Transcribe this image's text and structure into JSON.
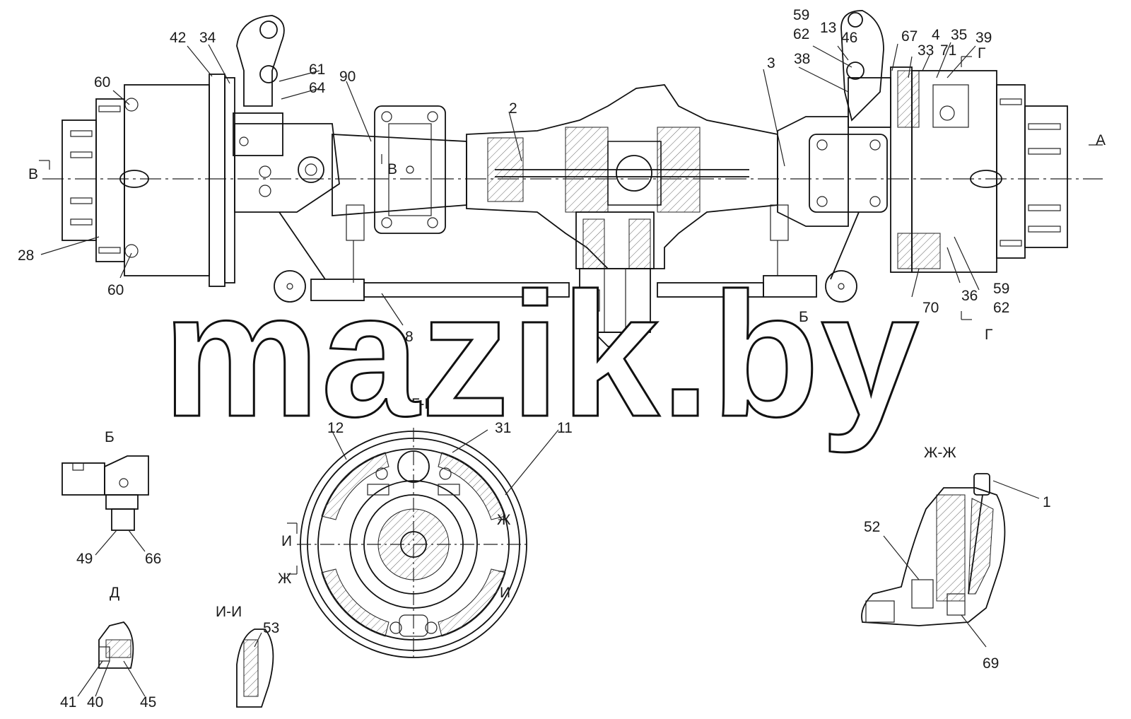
{
  "watermark": "mazik.by",
  "labels": {
    "l60a": "60",
    "l42": "42",
    "l34": "34",
    "l61": "61",
    "l64": "64",
    "l90": "90",
    "l2": "2",
    "l3": "3",
    "l59a": "59",
    "l62a": "62",
    "l13": "13",
    "l38": "38",
    "l46": "46",
    "l67": "67",
    "l33": "33",
    "l4": "4",
    "l71": "71",
    "l35": "35",
    "l39": "39",
    "lGtop": "Г",
    "lA": "А",
    "lV1": "В",
    "lV2": "В",
    "l28": "28",
    "l60b": "60",
    "l8": "8",
    "lB1": "Б",
    "l36": "36",
    "l59b": "59",
    "l62b": "62",
    "l70": "70",
    "lGbot": "Г",
    "lGG": "Г-Г",
    "l12": "12",
    "l31": "31",
    "l11": "11",
    "lB2": "Б",
    "lZhZh": "Ж-Ж",
    "l1": "1",
    "l52": "52",
    "lZh1": "Ж",
    "lI1": "И",
    "lI2": "И",
    "lZh2": "Ж",
    "l49": "49",
    "l66": "66",
    "lD": "Д",
    "lII": "И-И",
    "l53": "53",
    "l69": "69",
    "l41": "41",
    "l40": "40",
    "l45": "45"
  }
}
